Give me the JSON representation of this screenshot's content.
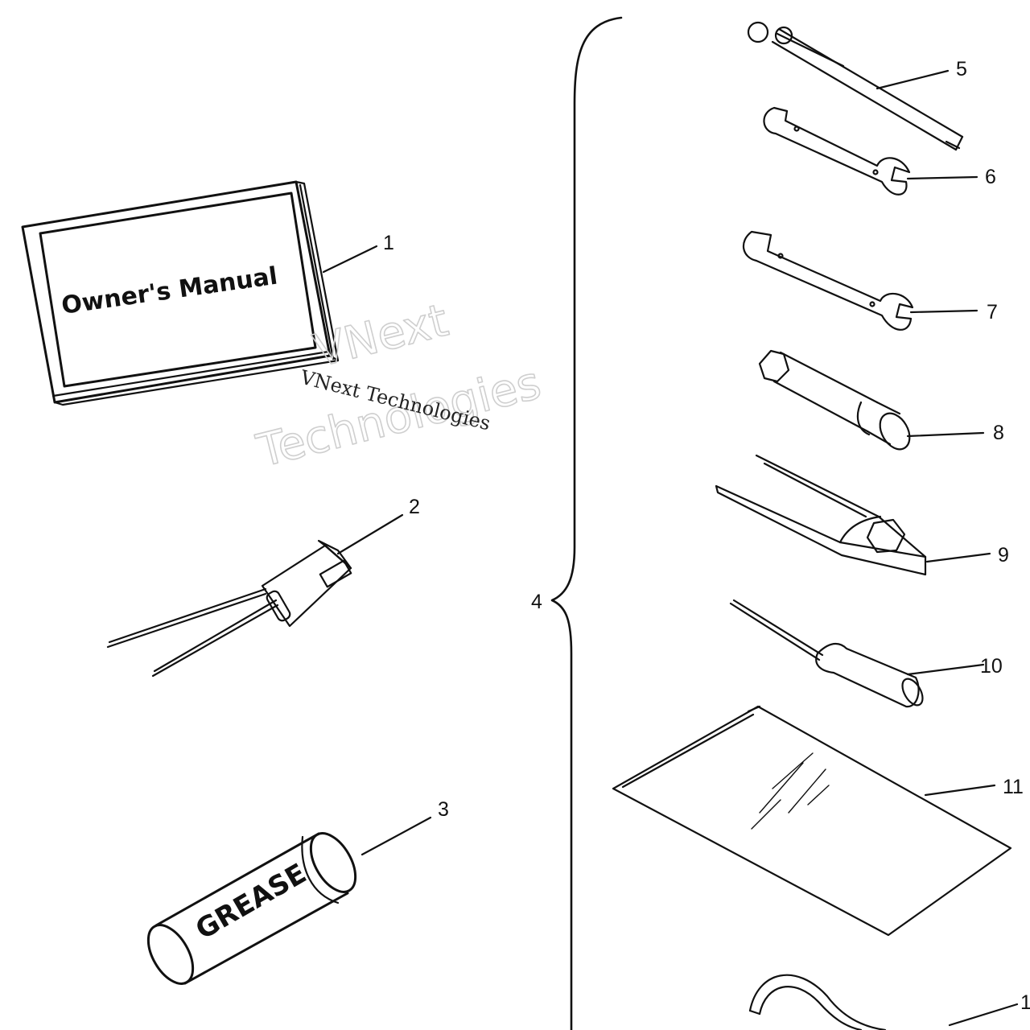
{
  "book": {
    "title": "Owner's Manual"
  },
  "tube": {
    "label": "GREASE"
  },
  "watermark": {
    "line1": "VNext",
    "line2": "Technologies",
    "caption": "VNext Technologies"
  },
  "callouts": {
    "c1": "1",
    "c2": "2",
    "c3": "3",
    "c4": "4",
    "c5": "5",
    "c6": "6",
    "c7": "7",
    "c8": "8",
    "c9": "9",
    "c10": "10",
    "c11": "11",
    "c12": "1"
  }
}
